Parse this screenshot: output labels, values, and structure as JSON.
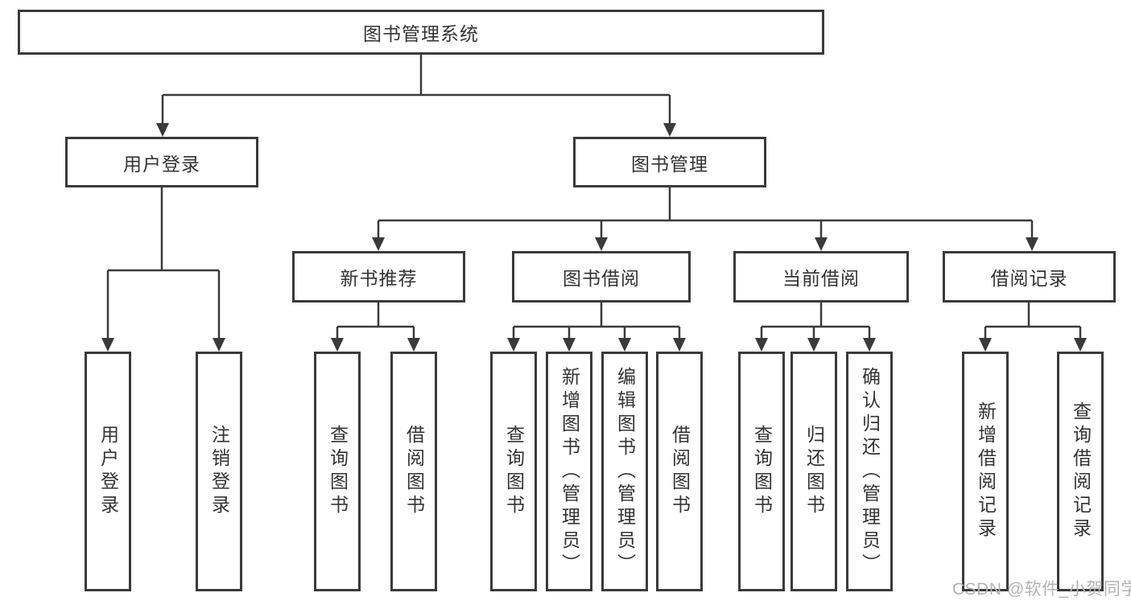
{
  "diagram": {
    "root": {
      "label": "图书管理系统"
    },
    "level2": {
      "user_login": "用户登录",
      "book_mgmt": "图书管理"
    },
    "level3": {
      "new_books": "新书推荐",
      "book_borrow": "图书借阅",
      "current_borrow": "当前借阅",
      "borrow_records": "借阅记录"
    },
    "leaves": {
      "user_login": [
        "用户登录",
        "注销登录"
      ],
      "new_books": [
        "查询图书",
        "借阅图书"
      ],
      "book_borrow": [
        "查询图书",
        "新增图书（管理员）",
        "编辑图书（管理员）",
        "借阅图书"
      ],
      "current_borrow": [
        "查询图书",
        "归还图书",
        "确认归还（管理员）"
      ],
      "borrow_records": [
        "新增借阅记录",
        "查询借阅记录"
      ]
    }
  },
  "watermark": {
    "text": "CSDN @软件_小贺同学",
    "color": "#b3b3b3"
  },
  "colors": {
    "line": "#3a3a3a",
    "border": "#3a3a3a",
    "text": "#333333",
    "background": "#ffffff"
  }
}
